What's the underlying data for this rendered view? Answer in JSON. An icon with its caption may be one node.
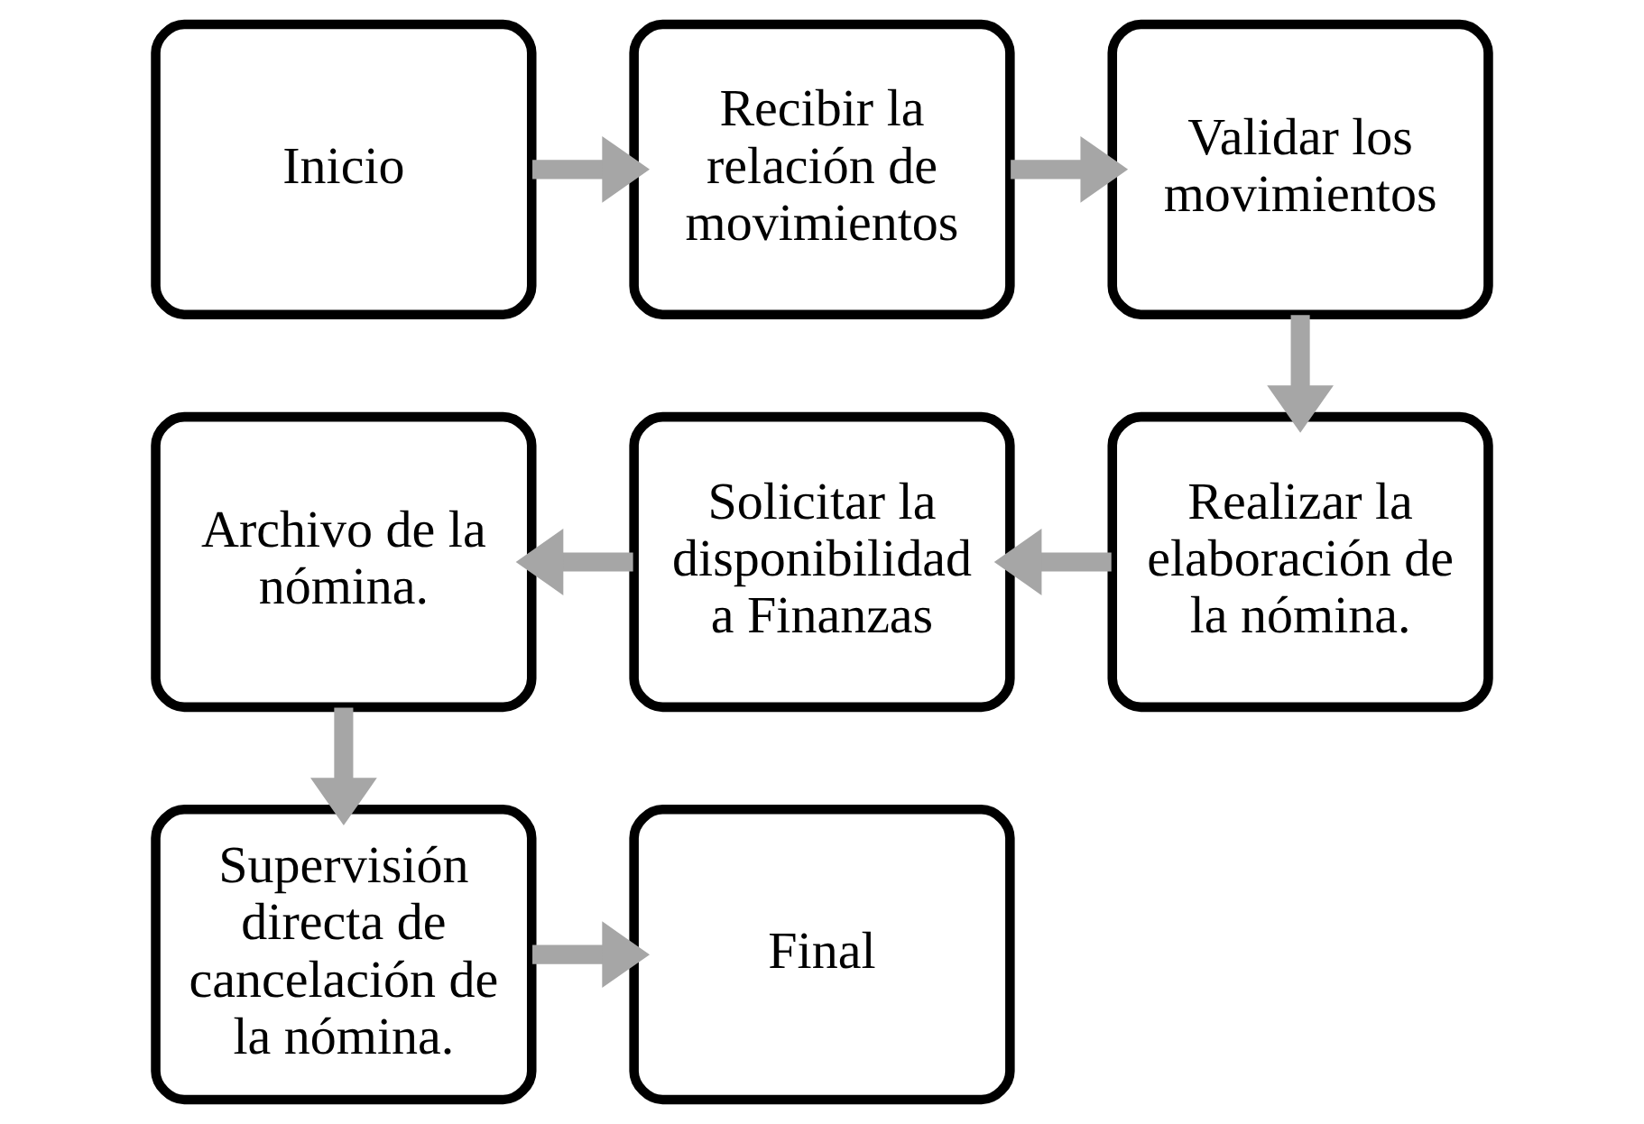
{
  "diagram": {
    "nodes": [
      {
        "text": [
          "Inicio"
        ]
      },
      {
        "text": [
          "Recibir la relación de movimientos"
        ]
      },
      {
        "text": [
          "Validar los movimientos"
        ]
      },
      {
        "text": [
          "Realizar la elaboración de la nómina."
        ]
      },
      {
        "text": [
          "Solicitar la disponibilidad a Finanzas"
        ]
      },
      {
        "text": [
          "Archivo de la nómina."
        ]
      },
      {
        "text": [
          "Supervisión directa de cancelación de la nómina."
        ]
      },
      {
        "text": [
          "Final"
        ]
      }
    ],
    "edges": [
      {
        "from": 0,
        "to": 1,
        "arrow": "to"
      },
      {
        "from": 1,
        "to": 2,
        "arrow": "to"
      },
      {
        "from": 2,
        "to": 3,
        "arrow": "to"
      },
      {
        "from": 3,
        "to": 4,
        "arrow": "to"
      },
      {
        "from": 4,
        "to": 5,
        "arrow": "to"
      },
      {
        "from": 5,
        "to": 6,
        "arrow": "to"
      },
      {
        "from": 6,
        "to": 7,
        "arrow": "to"
      }
    ]
  }
}
